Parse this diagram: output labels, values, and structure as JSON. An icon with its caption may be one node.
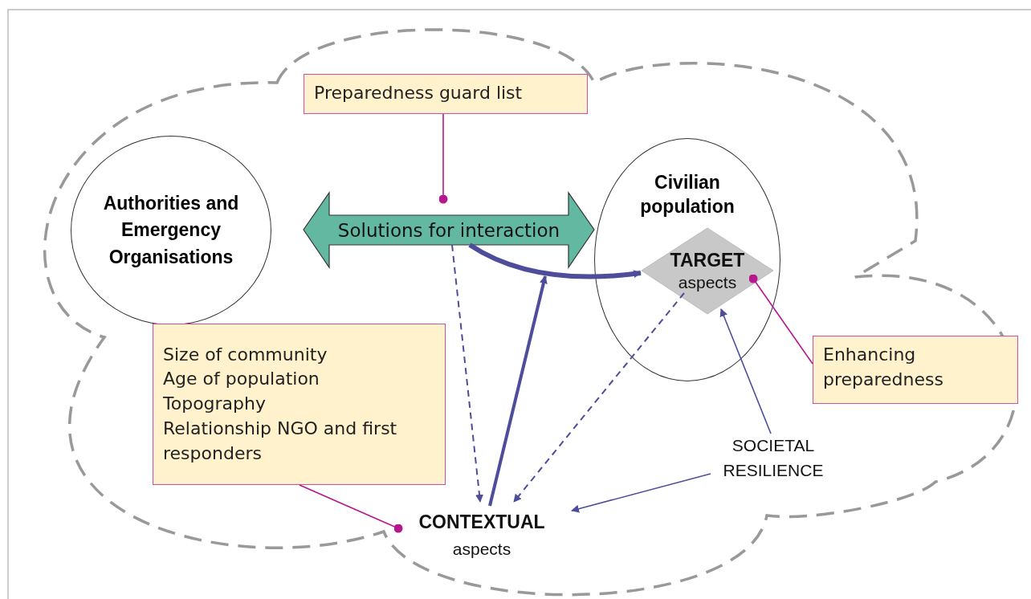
{
  "diagram": {
    "nodes": [
      {
        "text": [
          "Authorities and Emergency Organisations"
        ]
      },
      {
        "text": [
          "Solutions for interaction"
        ]
      },
      {
        "text": [
          "Civilian population"
        ]
      },
      {
        "text": [
          "**TARGET** aspects"
        ],
        "in": 2
      },
      {
        "text": [
          "Preparedness guard list"
        ]
      },
      {
        "text": [
          "Size of community",
          "Age of population",
          "Topography",
          "Relationship NGO and first responders"
        ]
      },
      {
        "text": [
          "Enhancing preparedness"
        ]
      },
      {
        "text": [
          "SOCIETAL RESILIENCE"
        ]
      },
      {
        "text": [
          "**CONTEXTUAL** aspects"
        ]
      }
    ],
    "edges": [
      {
        "from": 4,
        "to": 1,
        "arrow": "other",
        "color": "#b5178f"
      },
      {
        "from": 6,
        "to": 3,
        "arrow": "other",
        "color": "#b5178f"
      },
      {
        "from": 5,
        "to": 8,
        "arrow": "other",
        "color": "#b5178f"
      },
      {
        "from": 1,
        "to": 3,
        "arrow": "to",
        "style": "thick"
      },
      {
        "from": 1,
        "to": 8,
        "arrow": "to",
        "style": "dashed"
      },
      {
        "from": 8,
        "to": 1,
        "arrow": "to",
        "style": "thick"
      },
      {
        "from": 3,
        "to": 8,
        "arrow": "to",
        "style": "dashed"
      },
      {
        "from": 7,
        "to": 3,
        "arrow": "to"
      },
      {
        "from": 7,
        "to": 8,
        "arrow": "to"
      }
    ]
  }
}
